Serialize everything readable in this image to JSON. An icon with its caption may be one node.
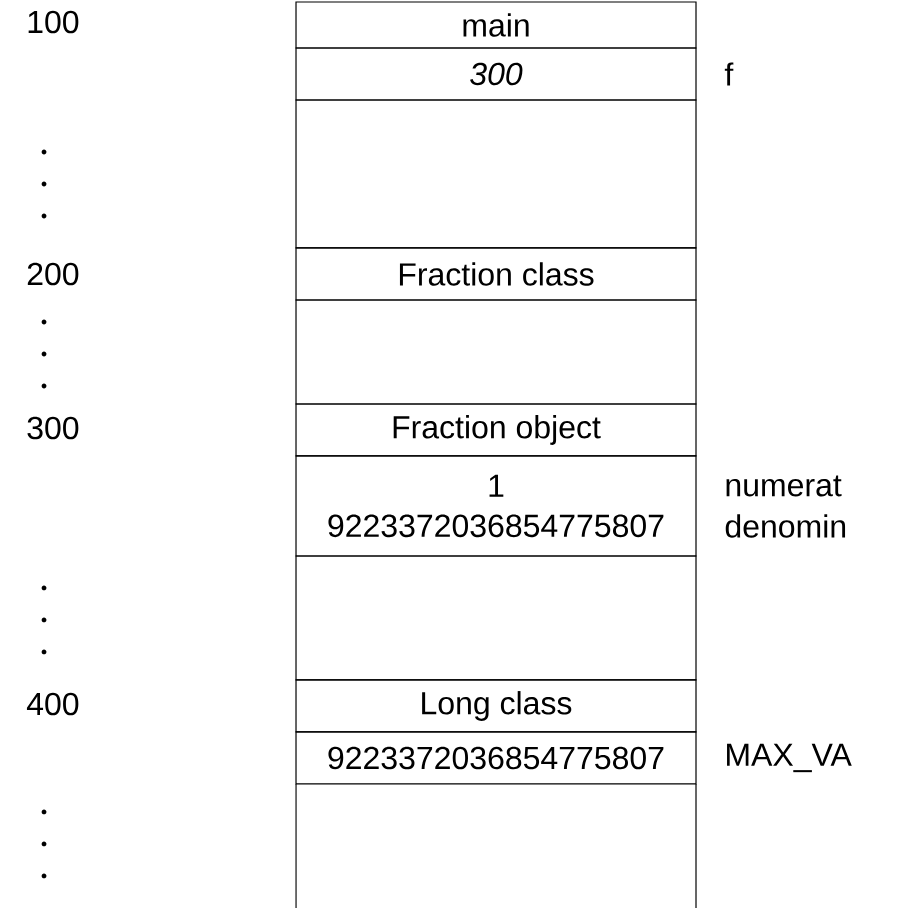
{
  "diagram": {
    "nodes": [
      {
        "text": [
          "main"
        ]
      },
      {
        "text": [
          "300"
        ],
        "beside": [
          "f"
        ]
      },
      {
        "text": [],
        "shape": "box"
      },
      {
        "text": [
          "Fraction class"
        ]
      },
      {
        "text": [],
        "shape": "box"
      },
      {
        "text": [
          "Fraction object"
        ]
      },
      {
        "text": [
          "1",
          "9223372036854775807"
        ],
        "beside": [
          "numerat",
          "denomin"
        ]
      },
      {
        "text": [],
        "shape": "box"
      },
      {
        "text": [
          "Long class"
        ]
      },
      {
        "text": [
          "9223372036854775807"
        ],
        "beside": [
          "MAX_VA"
        ]
      }
    ],
    "labels": [
      "100",
      "200",
      "300",
      "400"
    ]
  }
}
